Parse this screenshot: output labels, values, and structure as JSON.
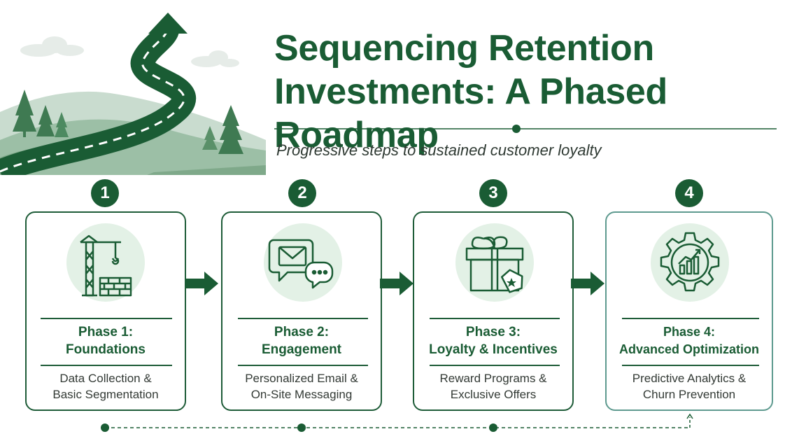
{
  "title": {
    "line1": "Sequencing Retention",
    "line2": "Investments: A Phased Roadmap"
  },
  "subtitle": "Progressive steps to sustained customer loyalty",
  "colors": {
    "primary_green": "#1a5c34",
    "light_green": "#e3f1e6",
    "teal_border": "#5e9a8f"
  },
  "phases": [
    {
      "number": "1",
      "title_line1": "Phase 1:",
      "title_line2": "Foundations",
      "desc_line1": "Data Collection &",
      "desc_line2": "Basic Segmentation",
      "icon": "construction-crane-icon"
    },
    {
      "number": "2",
      "title_line1": "Phase 2:",
      "title_line2": "Engagement",
      "desc_line1": "Personalized Email &",
      "desc_line2": "On-Site Messaging",
      "icon": "email-chat-icon"
    },
    {
      "number": "3",
      "title_line1": "Phase 3:",
      "title_line2": "Loyalty & Incentives",
      "desc_line1": "Reward Programs &",
      "desc_line2": "Exclusive Offers",
      "icon": "gift-tag-icon"
    },
    {
      "number": "4",
      "title_line1": "Phase 4:",
      "title_line2": "Advanced Optimization",
      "desc_line1": "Predictive Analytics &",
      "desc_line2": "Churn Prevention",
      "icon": "gear-chart-icon"
    }
  ]
}
